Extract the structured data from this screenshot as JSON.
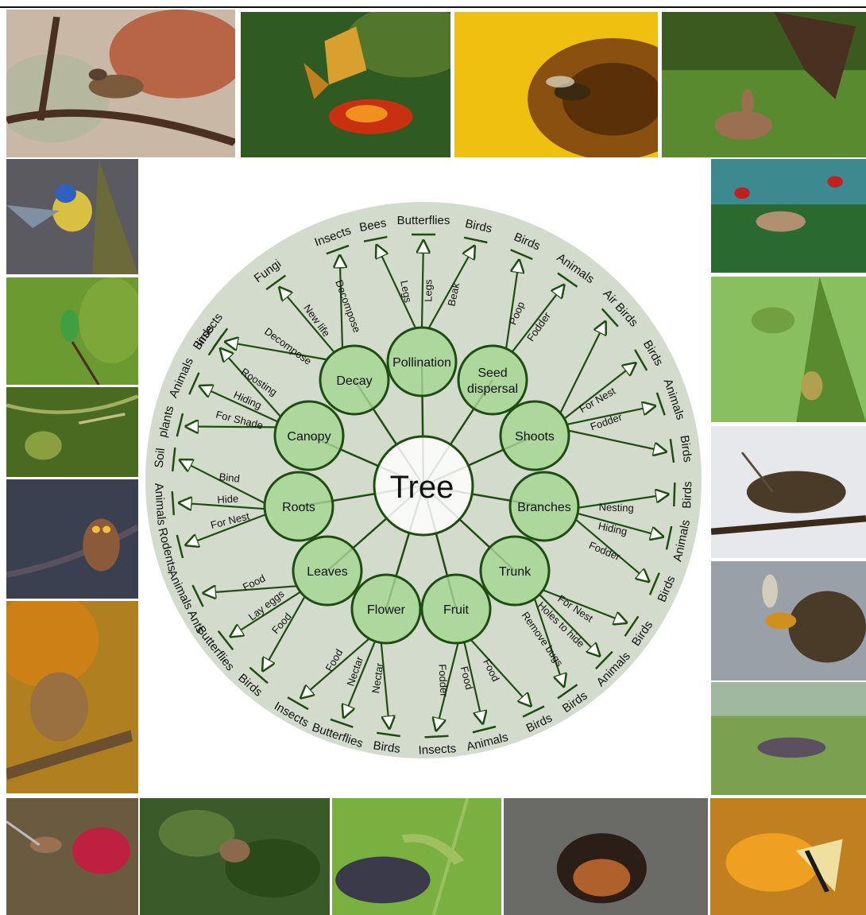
{
  "diagram": {
    "center": "Tree",
    "nodes": [
      {
        "label": "Pollination"
      },
      {
        "label": "Seed dispersal",
        "lines": [
          "Seed",
          "dispersal"
        ]
      },
      {
        "label": "Shoots"
      },
      {
        "label": "Branches"
      },
      {
        "label": "Trunk"
      },
      {
        "label": "Fruit"
      },
      {
        "label": "Flower"
      },
      {
        "label": "Leaves"
      },
      {
        "label": "Roots"
      },
      {
        "label": "Canopy"
      },
      {
        "label": "Decay"
      }
    ],
    "links": [
      {
        "node": "Decay",
        "angle": -126,
        "label": "New life",
        "target": "Fungi"
      },
      {
        "node": "Decay",
        "angle": -110,
        "label": "Decompose",
        "target": "Insects"
      },
      {
        "node": "Decay",
        "angle": -144,
        "label": "Decompose",
        "target": "Insects"
      },
      {
        "node": "Pollination",
        "angle": -101,
        "label": "Legs",
        "target": "Bees"
      },
      {
        "node": "Pollination",
        "angle": -90,
        "label": "Legs",
        "target": "Butterflies"
      },
      {
        "node": "Pollination",
        "angle": -78,
        "label": "Beak",
        "target": "Birds"
      },
      {
        "node": "Seed dispersal",
        "angle": -67,
        "label": "Poop",
        "target": "Birds"
      },
      {
        "node": "Seed dispersal",
        "angle": -55,
        "label": "Fodder",
        "target": "Animals"
      },
      {
        "node": "Shoots",
        "angle": -42,
        "label": "",
        "target": "Air Birds"
      },
      {
        "node": "Shoots",
        "angle": -30,
        "label": "For Nest",
        "target": "Birds"
      },
      {
        "node": "Shoots",
        "angle": -19,
        "label": "Fodder",
        "target": "Animals"
      },
      {
        "node": "Shoots",
        "angle": -8,
        "label": "",
        "target": "Birds"
      },
      {
        "node": "Branches",
        "angle": 2,
        "label": "Nesting",
        "target": "Birds"
      },
      {
        "node": "Branches",
        "angle": 12,
        "label": "Hiding",
        "target": "Animals"
      },
      {
        "node": "Branches",
        "angle": 23,
        "label": "Fodder",
        "target": "Birds"
      },
      {
        "node": "Trunk",
        "angle": 34,
        "label": "For Nest",
        "target": "Birds"
      },
      {
        "node": "Trunk",
        "angle": 44,
        "label": "Holes to hide",
        "target": "Animals"
      },
      {
        "node": "Trunk",
        "angle": 55,
        "label": "Remove bugs",
        "target": "Birds"
      },
      {
        "node": "Fruit",
        "angle": 64,
        "label": "Food",
        "target": "Birds"
      },
      {
        "node": "Fruit",
        "angle": 76,
        "label": "Food",
        "target": "Animals"
      },
      {
        "node": "Fruit",
        "angle": 87,
        "label": "Fodder",
        "target": "Insects"
      },
      {
        "node": "Flower",
        "angle": 98,
        "label": "Nectar",
        "target": "Birds"
      },
      {
        "node": "Flower",
        "angle": 109,
        "label": "Nectar",
        "target": "Butterflies"
      },
      {
        "node": "Flower",
        "angle": 120,
        "label": "Food",
        "target": "Insects"
      },
      {
        "node": "Leaves",
        "angle": 131,
        "label": "Food",
        "target": "Birds"
      },
      {
        "node": "Leaves",
        "angle": 142,
        "label": "Lay eggs",
        "target": "Butterflies"
      },
      {
        "node": "Leaves",
        "angle": 154,
        "label": "Food",
        "target": "Animals Ants"
      },
      {
        "node": "Roots",
        "angle": 166,
        "label": "For Nest",
        "target": "Rodents"
      },
      {
        "node": "Roots",
        "angle": 176,
        "label": "Hide",
        "target": "Animals"
      },
      {
        "node": "Roots",
        "angle": -174,
        "label": "Bind",
        "target": "Soil"
      },
      {
        "node": "Canopy",
        "angle": -166,
        "label": "For Shade",
        "target": "plants"
      },
      {
        "node": "Canopy",
        "angle": -156,
        "label": "Hiding",
        "target": "Animals"
      },
      {
        "node": "Canopy",
        "angle": -146,
        "label": "Roosting",
        "target": "Birds"
      }
    ]
  },
  "photos": [
    {
      "name": "sparrow-photo"
    },
    {
      "name": "butterfly-photo"
    },
    {
      "name": "bee-sunflower-photo"
    },
    {
      "name": "eagle-rabbit-photo"
    },
    {
      "name": "blue-tit-photo"
    },
    {
      "name": "bee-eater-photo"
    },
    {
      "name": "weaver-nest-photo"
    },
    {
      "name": "owl-photo"
    },
    {
      "name": "robin-photo"
    },
    {
      "name": "waxwing-photo"
    },
    {
      "name": "parakeet-photo"
    },
    {
      "name": "nest-photo"
    },
    {
      "name": "bird-bee-photo"
    },
    {
      "name": "ground-bird-photo"
    },
    {
      "name": "hummingbird-photo"
    },
    {
      "name": "foliage-photo"
    },
    {
      "name": "caterpillar-leaf-photo"
    },
    {
      "name": "squirrel-hollow-photo"
    },
    {
      "name": "swallowtail-photo"
    }
  ],
  "colors": {
    "line": "#1e4d12",
    "node_fill": "#a6d594",
    "disc": "#d3dccc",
    "text": "#111111"
  }
}
